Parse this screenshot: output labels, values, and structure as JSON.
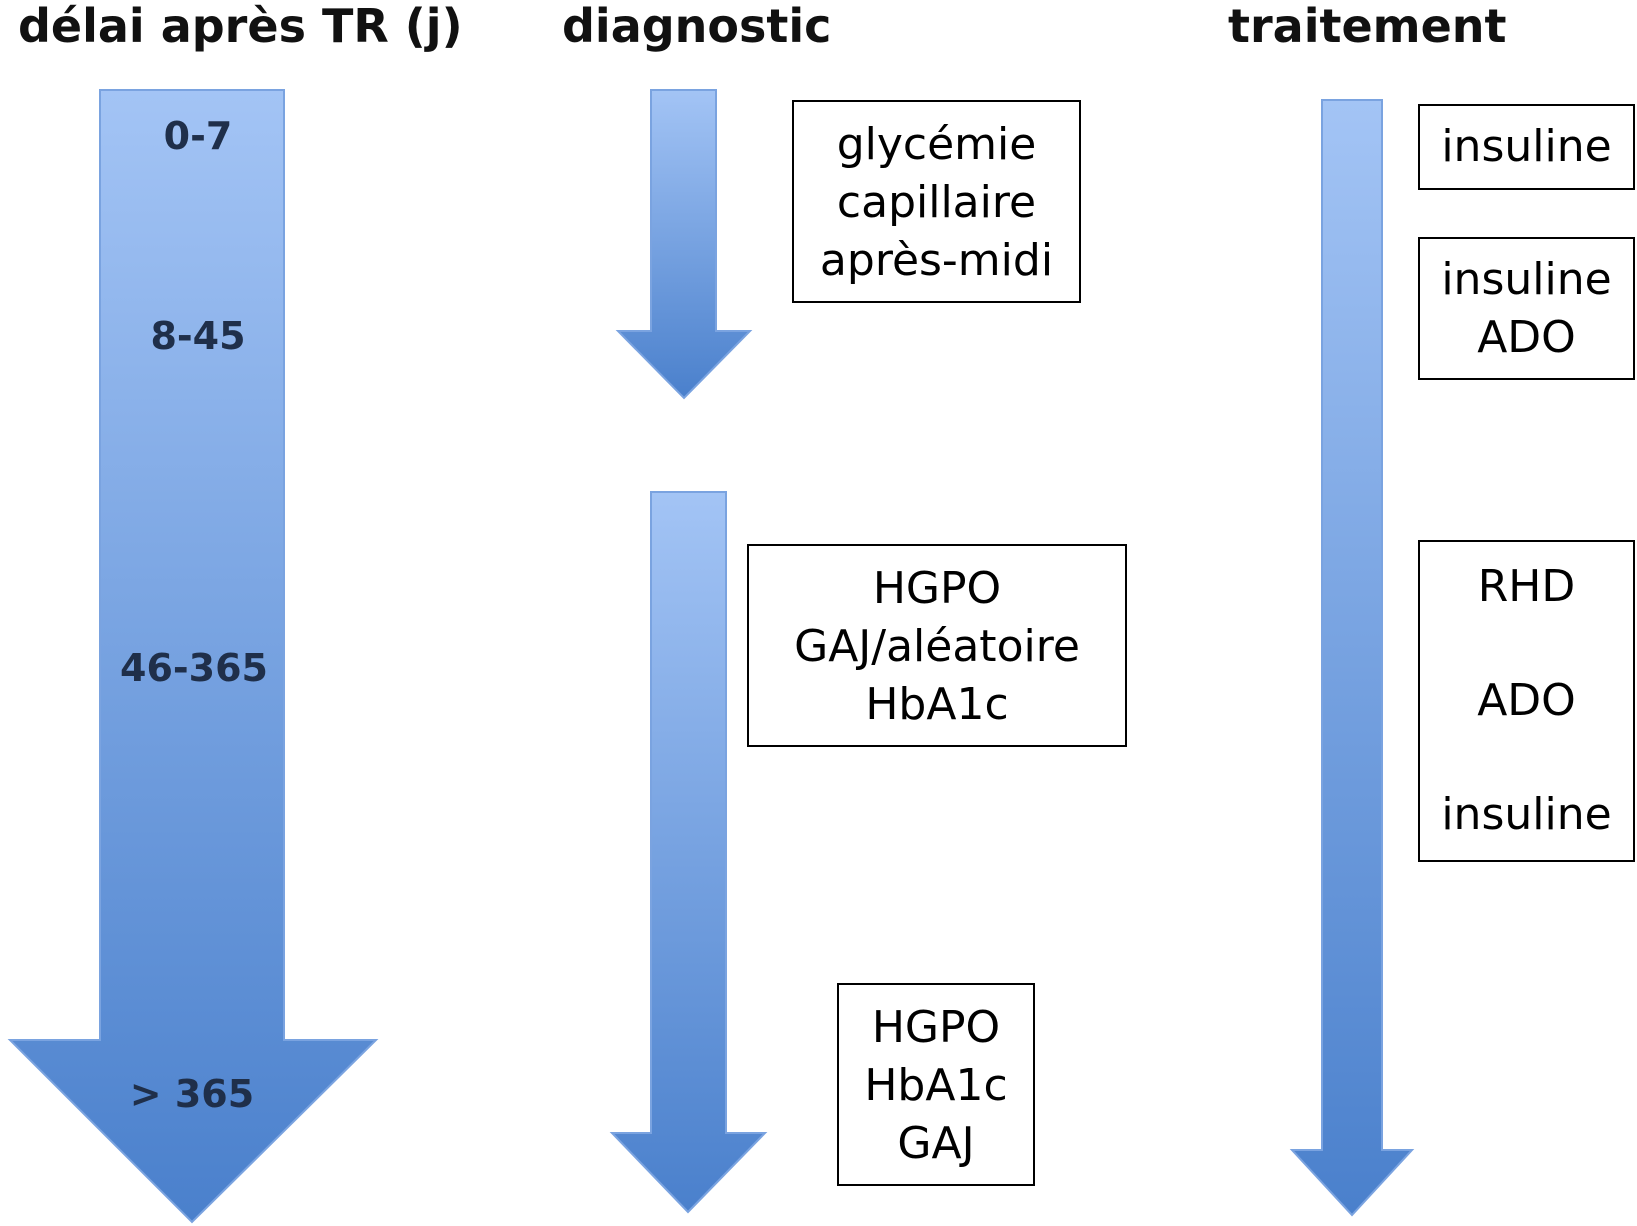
{
  "headers": {
    "delay": "délai après TR (j)",
    "diagnostic": "diagnostic",
    "treatment": "traitement"
  },
  "delay_ticks": [
    "0-7",
    "8-45",
    "46-365",
    "> 365"
  ],
  "diagnostic_boxes": [
    {
      "lines": [
        "glycémie",
        "capillaire",
        "après-midi"
      ]
    },
    {
      "lines": [
        "HGPO",
        "GAJ/aléatoire",
        "HbA1c"
      ]
    },
    {
      "lines": [
        "HGPO",
        "HbA1c",
        "GAJ"
      ]
    }
  ],
  "treatment_boxes": [
    {
      "lines": [
        "insuline"
      ]
    },
    {
      "lines": [
        "insuline",
        "ADO"
      ]
    },
    {
      "lines": [
        "RHD",
        "ADO",
        "insuline"
      ]
    }
  ],
  "colors": {
    "arrow_top": "#a3c4f5",
    "arrow_bottom": "#4a80cc",
    "box_border": "#000000"
  }
}
